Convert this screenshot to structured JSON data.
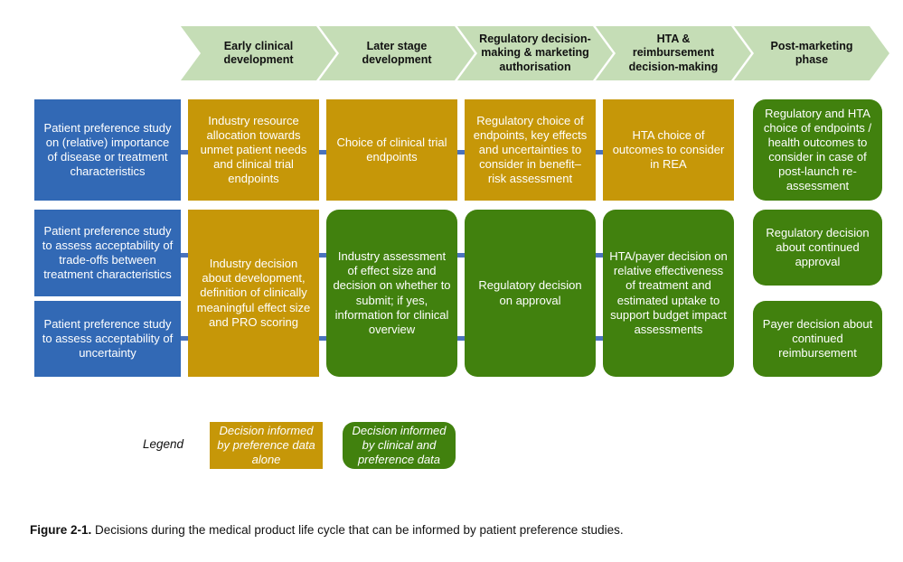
{
  "figure": {
    "caption_label": "Figure 2-1.",
    "caption_text": " Decisions during the medical product life cycle that can be informed by patient preference studies."
  },
  "colors": {
    "blue": "#3269b5",
    "gold": "#c69708",
    "green": "#41810e",
    "chevron_green": "#c5ddb6",
    "connector_blue": "#4a73bd"
  },
  "phases": [
    {
      "label": "Early clinical development"
    },
    {
      "label": "Later stage development"
    },
    {
      "label": "Regulatory decision-making & marketing authorisation"
    },
    {
      "label": "HTA & reimbursement decision-making"
    },
    {
      "label": "Post-marketing phase"
    }
  ],
  "row1": [
    {
      "text": "Patient preference study on (relative) importance of disease or treatment characteristics",
      "color": "blue"
    },
    {
      "text": "Industry resource allocation towards unmet patient needs and clinical trial endpoints",
      "color": "gold"
    },
    {
      "text": "Choice of clinical trial endpoints",
      "color": "gold"
    },
    {
      "text": "Regulatory choice of endpoints, key effects and uncertainties to consider in benefit–risk assessment",
      "color": "gold"
    },
    {
      "text": "HTA choice of outcomes to consider in REA",
      "color": "gold"
    },
    {
      "text": "Regulatory and HTA choice of endpoints / health outcomes to consider in case of post-launch re-assessment",
      "color": "green"
    }
  ],
  "row2": [
    {
      "text": "Patient preference study to assess acceptability of trade-offs between treatment characteristics",
      "color": "blue"
    },
    {
      "text": "Patient preference study to assess acceptability of uncertainty",
      "color": "blue"
    },
    {
      "text": "Industry decision about development, definition of clinically meaningful effect size and PRO scoring",
      "color": "gold"
    },
    {
      "text": "Industry assessment of effect size and decision on whether to submit; if yes, information for clinical overview",
      "color": "green"
    },
    {
      "text": "Regulatory decision on approval",
      "color": "green"
    },
    {
      "text": "HTA/payer decision on relative effectiveness of treatment and estimated uptake to support budget impact assessments",
      "color": "green"
    },
    {
      "text": "Regulatory decision about continued approval",
      "color": "green"
    },
    {
      "text": "Payer decision about continued reimbursement",
      "color": "green"
    }
  ],
  "legend": {
    "label": "Legend",
    "items": [
      {
        "text": "Decision informed by preference data alone",
        "color": "gold"
      },
      {
        "text": "Decision informed by clinical and preference data",
        "color": "green"
      }
    ]
  }
}
